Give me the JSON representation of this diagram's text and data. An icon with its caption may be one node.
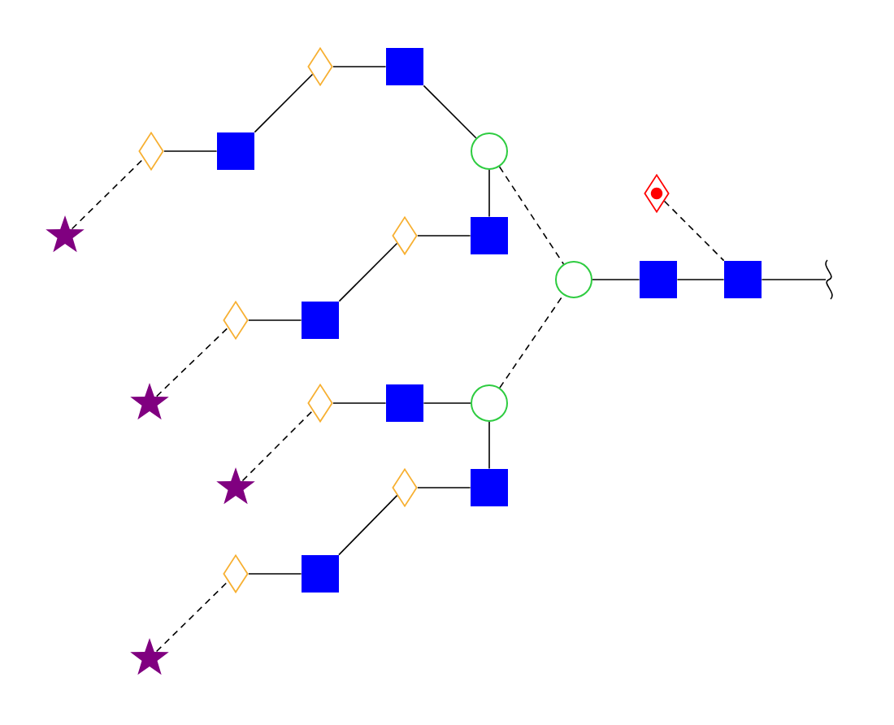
{
  "diagram": {
    "nodes": [
      {
        "text": [],
        "shape": "diamond"
      },
      {
        "text": [],
        "shape": "square"
      },
      {
        "text": [],
        "shape": "diamond"
      },
      {
        "text": [],
        "shape": "square"
      },
      {
        "text": [],
        "shape": "circle"
      },
      {
        "text": [],
        "shape": "diamond"
      },
      {
        "text": [],
        "shape": "star"
      },
      {
        "text": [],
        "shape": "diamond"
      },
      {
        "text": [],
        "shape": "square"
      },
      {
        "text": [],
        "shape": "circle"
      },
      {
        "text": [],
        "shape": "square"
      },
      {
        "text": [],
        "shape": "square"
      },
      {
        "text": [],
        "shape": "diamond"
      },
      {
        "text": [],
        "shape": "square"
      },
      {
        "text": [],
        "shape": "star"
      },
      {
        "text": [],
        "shape": "diamond"
      },
      {
        "text": [],
        "shape": "square"
      },
      {
        "text": [],
        "shape": "circle"
      },
      {
        "text": [],
        "shape": "star"
      },
      {
        "text": [],
        "shape": "diamond"
      },
      {
        "text": [],
        "shape": "square"
      },
      {
        "text": [],
        "shape": "diamond"
      },
      {
        "text": [],
        "shape": "square"
      },
      {
        "text": [],
        "shape": "star"
      }
    ],
    "edges": [
      {
        "from": 11,
        "to": null,
        "arrow": "none"
      },
      {
        "from": 10,
        "to": 11,
        "arrow": "none"
      },
      {
        "from": 5,
        "to": 11,
        "arrow": "none",
        "style": "dashed"
      },
      {
        "from": 9,
        "to": 10,
        "arrow": "none"
      },
      {
        "from": 4,
        "to": 9,
        "arrow": "none",
        "style": "dashed"
      },
      {
        "from": 17,
        "to": 9,
        "arrow": "none",
        "style": "dashed"
      },
      {
        "from": 1,
        "to": 4,
        "arrow": "none"
      },
      {
        "from": 8,
        "to": 4,
        "arrow": "none"
      },
      {
        "from": 0,
        "to": 1,
        "arrow": "none"
      },
      {
        "from": 3,
        "to": 0,
        "arrow": "none"
      },
      {
        "from": 2,
        "to": 3,
        "arrow": "none"
      },
      {
        "from": 6,
        "to": 2,
        "arrow": "none",
        "style": "dashed"
      },
      {
        "from": 7,
        "to": 8,
        "arrow": "none"
      },
      {
        "from": 13,
        "to": 7,
        "arrow": "none"
      },
      {
        "from": 12,
        "to": 13,
        "arrow": "none"
      },
      {
        "from": 14,
        "to": 12,
        "arrow": "none",
        "style": "dashed"
      },
      {
        "from": 16,
        "to": 17,
        "arrow": "none"
      },
      {
        "from": 20,
        "to": 17,
        "arrow": "none"
      },
      {
        "from": 15,
        "to": 16,
        "arrow": "none"
      },
      {
        "from": 18,
        "to": 15,
        "arrow": "none",
        "style": "dashed"
      },
      {
        "from": 19,
        "to": 20,
        "arrow": "none"
      },
      {
        "from": 22,
        "to": 19,
        "arrow": "none"
      },
      {
        "from": 21,
        "to": 22,
        "arrow": "none"
      },
      {
        "from": 23,
        "to": 21,
        "arrow": "none",
        "style": "dashed"
      }
    ]
  }
}
